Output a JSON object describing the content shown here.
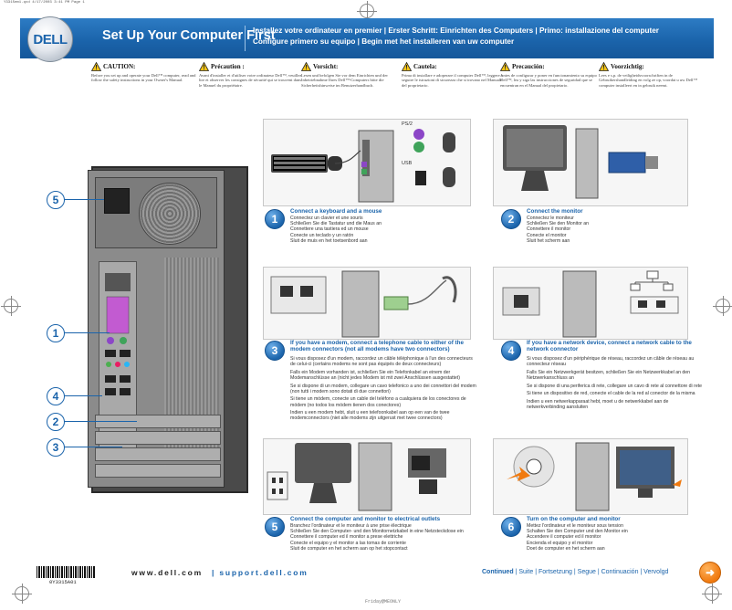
{
  "meta": {
    "print_header": "Y3315em1.qxd  4/17/2003  3:41 PM  Page 1",
    "footer": "Friday@MEONLY"
  },
  "header": {
    "logo_text": "DELL",
    "title": "Set Up Your Computer First",
    "subtitle_line1": "Installez votre ordinateur en premier | Erster Schritt: Einrichten des Computers | Primo: installazione del computer",
    "subtitle_line2": "Configure primero su equipo | Begin met het installeren van uw computer"
  },
  "cautions": [
    {
      "head": "CAUTION:",
      "body": "Before you set up and operate your Dell™ computer, read and follow the safety instructions in your Owner's Manual."
    },
    {
      "head": "Précaution :",
      "body": "Avant d'installer et d'utiliser votre ordinateur Dell™, veuillez lire et observer les consignes de sécurité qui se trouvent dans le Manuel du propriétaire."
    },
    {
      "head": "Vorsicht:",
      "body": "Lesen und befolgen Sie vor dem Einrichten und der Inbetriebnahme Ihres Dell™-Computers bitte die Sicherheitshinweise im Benutzerhandbuch."
    },
    {
      "head": "Cautela:",
      "body": "Prima di installare e adoperare il computer Dell™, leggere e seguire le istruzioni di sicurezza che si trovano nel Manuale del proprietario."
    },
    {
      "head": "Precaución:",
      "body": "Antes de configurar y poner en funcionamiento su equipo Dell™, lea y siga las instrucciones de seguridad que se encuentran en el Manual del propietario."
    },
    {
      "head": "Voorzichtig:",
      "body": "Lees e s.p. de veiligheidsvoorschriften in de Gebruikershandleiding en volg ze op, voordat u uw Dell™ computer installeert en in gebruik neemt."
    }
  ],
  "callouts": [
    "5",
    "1",
    "4",
    "2",
    "3"
  ],
  "illus_labels": {
    "ps2": "PS/2",
    "usb": "USB"
  },
  "steps": [
    {
      "num": "1",
      "title": "Connect a keyboard and a mouse",
      "lines": [
        "Connectez un clavier et une souris",
        "Schließen Sie die Tastatur und die Maus an",
        "Connettere una tastiera ed un mouse",
        "Conecte un teclado y un ratón",
        "Sluit de muis en het toetsenbord aan"
      ]
    },
    {
      "num": "2",
      "title": "Connect the monitor",
      "lines": [
        "Connectez le moniteur",
        "Schließen Sie den Monitor an",
        "Connettere il monitor",
        "Conecte el monitor",
        "Sluit het scherm aan"
      ]
    },
    {
      "num": "3",
      "title": "If you have a modem, connect a telephone cable to either of the modem connectors (not all modems have two connectors)",
      "lines": [
        "Si vous disposez d'un modem, raccordez un câble téléphonique à l'un des connecteurs de celui-ci (certains modems ne sont pas équipés de deux connecteurs)",
        "Falls ein Modem vorhanden ist, schließen Sie ein Telefonkabel an einem der Modemanschlüsse an (nicht jedes Modem ist mit zwei Anschlüssen ausgestattet)",
        "Se si dispone di un modem, collegare un cavo telefonico a uno dei connettori del modem (non tutti i modem sono dotati di due connettori)",
        "Si tiene un módem, conecte un cable del teléfono a cualquiera de los conectores de módem (no todos los módem tienen dos conectores)",
        "Indien u een modem hebt, sluit u een telefoonkabel aan op een van de twee modemconnectors (niet alle modems zijn uitgerust met twee connectors)"
      ]
    },
    {
      "num": "4",
      "title": "If you have a network device, connect a network cable to the network connector",
      "lines": [
        "Si vous disposez d'un périphérique de réseau, raccordez un câble de réseau au connecteur réseau",
        "Falls Sie ein Netzwerkgerät besitzen, schließen Sie ein Netzwerkkabel an den Netzwerkanschluss an",
        "Se si dispone di una periferica di rete, collegare un cavo di rete al connettore di rete",
        "Si tiene un dispositivo de red, conecte el cable de la red al conector de la misma",
        "Indien u een netwerkapparaat hebt, moet u de netwerkkabel aan de netwerkverbinding aansluiten"
      ]
    },
    {
      "num": "5",
      "title": "Connect the computer and monitor to electrical outlets",
      "lines": [
        "Branchez l'ordinateur et le moniteur à une prise électrique",
        "Schließen Sie den Computer- und den Monitornetzkabel in eine Netzsteckdose ein",
        "Connettere il computer ed il monitor a prese elettriche",
        "Conecte el equipo y el monitor a las tomas de corriente",
        "Sluit de computer en het scherm aan op het stopcontact"
      ]
    },
    {
      "num": "6",
      "title": "Turn on the computer and monitor",
      "lines": [
        "Mettez l'ordinateur et le moniteur sous tension",
        "Schalten Sie den Computer und den Monitor ein",
        "Accendere il computer ed il monitor",
        "Encienda el equipo y el monitor",
        "Doet de computer en het scherm aan"
      ]
    }
  ],
  "footer_bar": {
    "barcode_number": "0Y3315A01",
    "url_dell": "www.dell.com",
    "url_support": "| support.dell.com",
    "continued": "Continued",
    "continued_rest": " | Suite | Fortsetzung | Segue | Continuación | Vervolgd"
  },
  "colors": {
    "brand_blue": "#1b64ab",
    "accent_orange": "#f07a10"
  }
}
